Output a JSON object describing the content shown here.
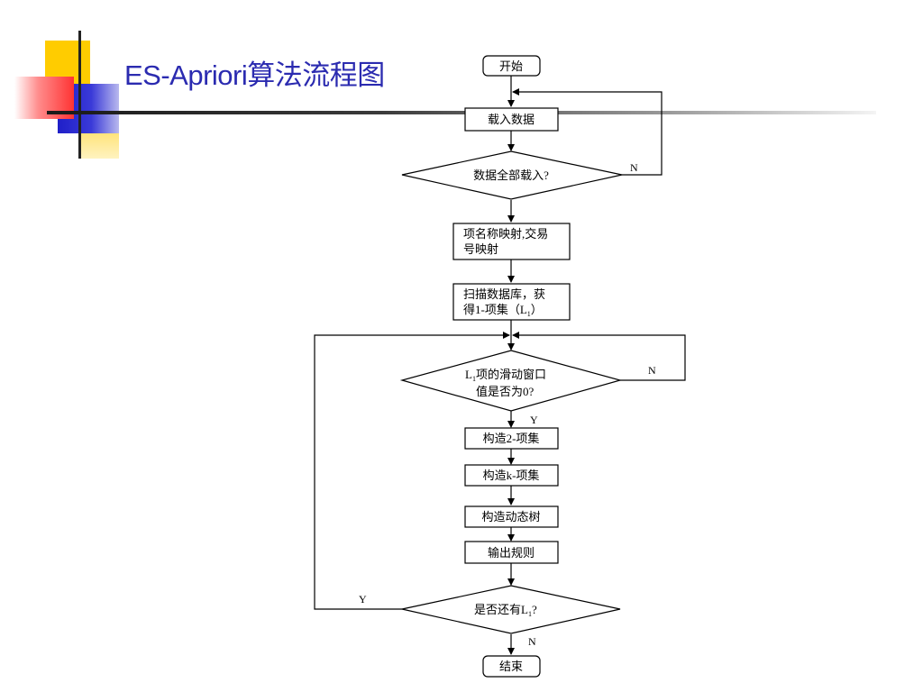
{
  "title": "ES-Apriori算法流程图",
  "colors": {
    "title": "#2b2bb0",
    "deco_yellow": "#ffcc00",
    "deco_blue": "#2222cc",
    "deco_red": "#ff3333"
  },
  "flowchart": {
    "start": "开始",
    "load_data": "载入数据",
    "all_loaded_decision": "数据全部载入?",
    "all_loaded_no": "N",
    "mapping": [
      "项名称映射,交易",
      "号映射"
    ],
    "scan": [
      "扫描数据库，获",
      "得1-项集（L",
      "1",
      "）"
    ],
    "window_decision": [
      "L",
      "1",
      "项的滑动窗口",
      "值是否为0?"
    ],
    "window_no": "N",
    "window_yes": "Y",
    "build_2": "构造2-项集",
    "build_k": "构造k-项集",
    "build_tree": "构造动态树",
    "output_rules": "输出规则",
    "more_decision": [
      "是否还有L",
      "1",
      "?"
    ],
    "more_yes": "Y",
    "more_no": "N",
    "end": "结束"
  }
}
